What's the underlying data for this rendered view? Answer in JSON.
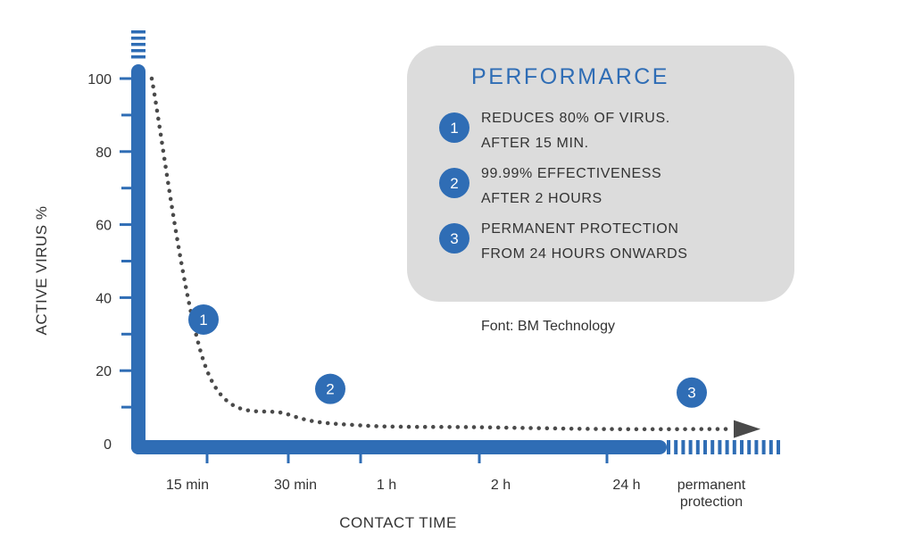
{
  "chart_data": {
    "type": "line",
    "title": "",
    "xlabel": "CONTACT TIME",
    "ylabel": "ACTIVE VIRUS %",
    "ylim": [
      0,
      100
    ],
    "y_ticks": [
      "100",
      "80",
      "60",
      "40",
      "20",
      "0"
    ],
    "x_ticks": [
      "15 min",
      "30 min",
      "1 h",
      "2 h",
      "24 h",
      "permanent protection"
    ],
    "x_tick_lines": [
      [
        "15 min"
      ],
      [
        "30 min"
      ],
      [
        "1 h"
      ],
      [
        "2 h"
      ],
      [
        "24 h"
      ],
      [
        "permanent",
        "protection"
      ]
    ],
    "series": [
      {
        "x": [
          "0",
          "15 min",
          "30 min",
          "1 h",
          "2 h",
          "24 h",
          "permanent protection"
        ],
        "values": [
          100,
          20,
          8,
          5,
          4.5,
          4,
          4
        ]
      }
    ],
    "markers": [
      {
        "number": "1",
        "near": "15 min",
        "value": 34
      },
      {
        "number": "2",
        "near": "1 h",
        "value": 15
      },
      {
        "number": "3",
        "near": "permanent protection",
        "value": 14
      }
    ],
    "grid": false,
    "legend": "none"
  },
  "panel": {
    "title": "PERFORMARCE",
    "items": [
      {
        "number": "1",
        "line1": "REDUCES 80% OF VIRUS.",
        "line2": "AFTER 15 MIN."
      },
      {
        "number": "2",
        "line1": "99.99% EFFECTIVENESS",
        "line2": "AFTER 2 HOURS"
      },
      {
        "number": "3",
        "line1": "PERMANENT PROTECTION",
        "line2": "FROM 24 HOURS ONWARDS"
      }
    ]
  },
  "note": "Font: BM Technology",
  "colors": {
    "axis": "#2f6db5",
    "curve": "#4a4a4a",
    "panel_bg": "#dcdcdc",
    "marker": "#2f6db5",
    "text": "#333333"
  }
}
